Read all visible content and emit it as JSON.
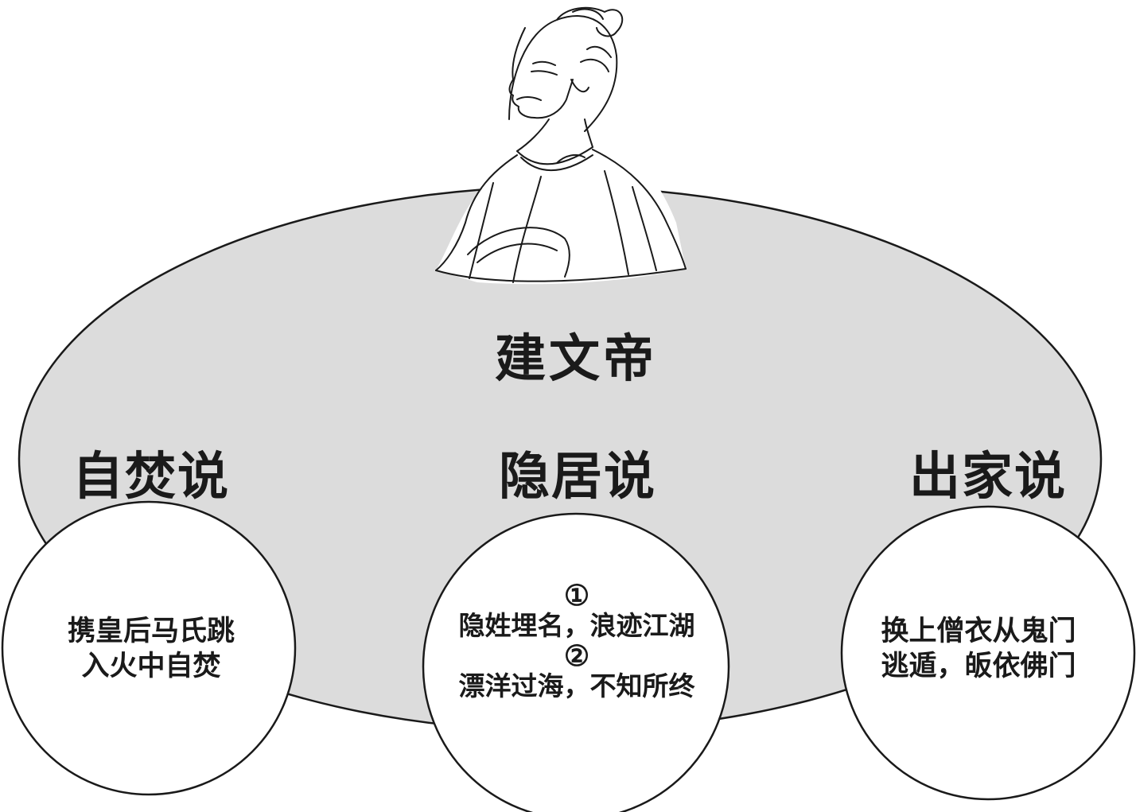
{
  "diagram": {
    "center": {
      "label": "建文帝",
      "figure": "emperor-portrait"
    },
    "theories": [
      {
        "title": "自焚说",
        "lines": [
          "携皇后马氏跳",
          "入火中自焚"
        ]
      },
      {
        "title": "隐居说",
        "items": [
          {
            "marker": "①",
            "text": "隐姓埋名，浪迹江湖"
          },
          {
            "marker": "②",
            "text": "漂洋过海，不知所终"
          }
        ]
      },
      {
        "title": "出家说",
        "lines": [
          "换上僧衣从鬼门",
          "逃遁，皈依佛门"
        ]
      }
    ],
    "colors": {
      "ellipse_fill": "#dcdcdc",
      "stroke": "#1a1a1a",
      "circle_fill": "#ffffff"
    }
  }
}
